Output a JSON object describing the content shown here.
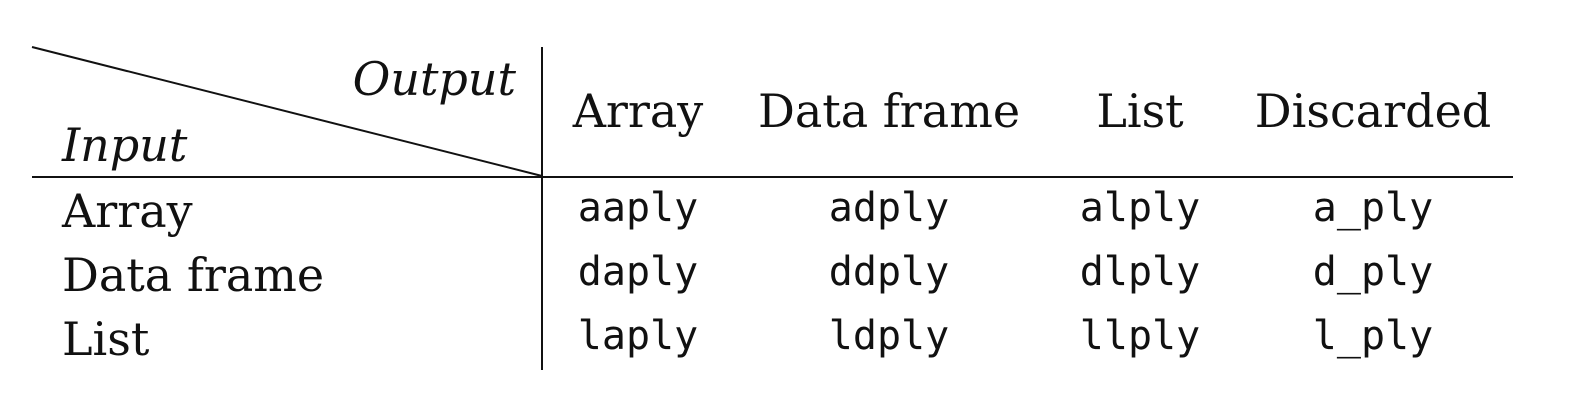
{
  "corner": {
    "output_label": "Output",
    "input_label": "Input"
  },
  "columns": [
    "Array",
    "Data frame",
    "List",
    "Discarded"
  ],
  "rows": [
    {
      "label": "Array",
      "cells": [
        "aaply",
        "adply",
        "alply",
        "a_ply"
      ]
    },
    {
      "label": "Data frame",
      "cells": [
        "daply",
        "ddply",
        "dlply",
        "d_ply"
      ]
    },
    {
      "label": "List",
      "cells": [
        "laply",
        "ldply",
        "llply",
        "l_ply"
      ]
    }
  ]
}
